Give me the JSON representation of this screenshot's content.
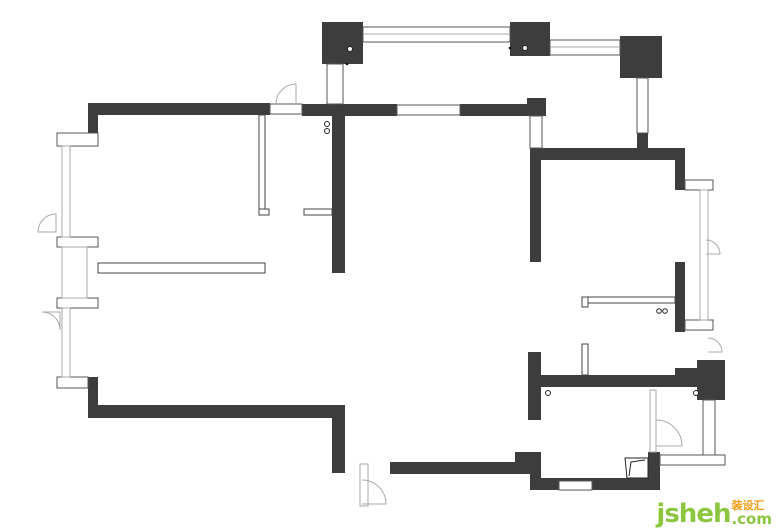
{
  "diagram": {
    "type": "floor-plan",
    "colors": {
      "wall": "#3d3d3d",
      "background": "#ffffff",
      "accent_green": "#8cc63f",
      "accent_orange": "#f39c12"
    }
  },
  "watermark": {
    "main": "jsheh",
    "chinese": "装设汇",
    "suffix": ".com"
  }
}
